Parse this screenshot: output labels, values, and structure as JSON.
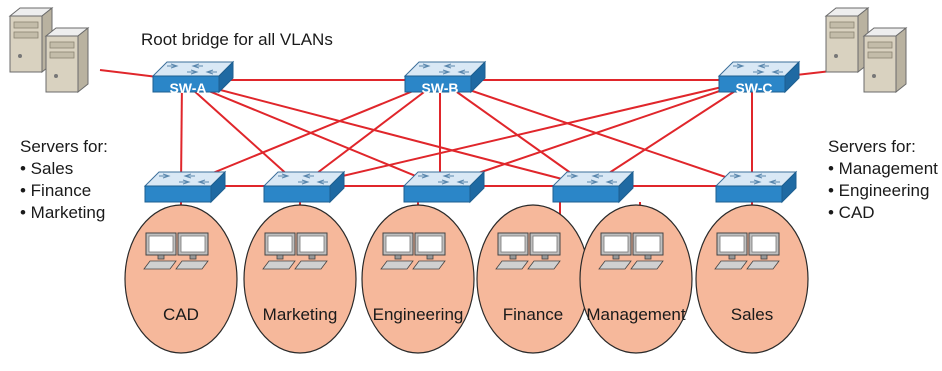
{
  "title_note": "Root bridge for all VLANs",
  "core_switches": [
    {
      "name": "SW-A"
    },
    {
      "name": "SW-B"
    },
    {
      "name": "SW-C"
    }
  ],
  "servers_left": {
    "heading": "Servers for:",
    "items": [
      "• Sales",
      "• Finance",
      "• Marketing"
    ]
  },
  "servers_right": {
    "heading": "Servers for:",
    "items": [
      "• Management",
      "• Engineering",
      "• CAD"
    ]
  },
  "vlans": [
    {
      "label": "CAD"
    },
    {
      "label": "Marketing"
    },
    {
      "label": "Engineering"
    },
    {
      "label": "Finance"
    },
    {
      "label": "Management"
    },
    {
      "label": "Sales"
    }
  ],
  "colors": {
    "link": "#e0262b",
    "switch_top": "#cfe2f3",
    "switch_front": "#2b86c8",
    "vlan_fill": "#f6b89b",
    "vlan_stroke": "#2a2a2a"
  }
}
